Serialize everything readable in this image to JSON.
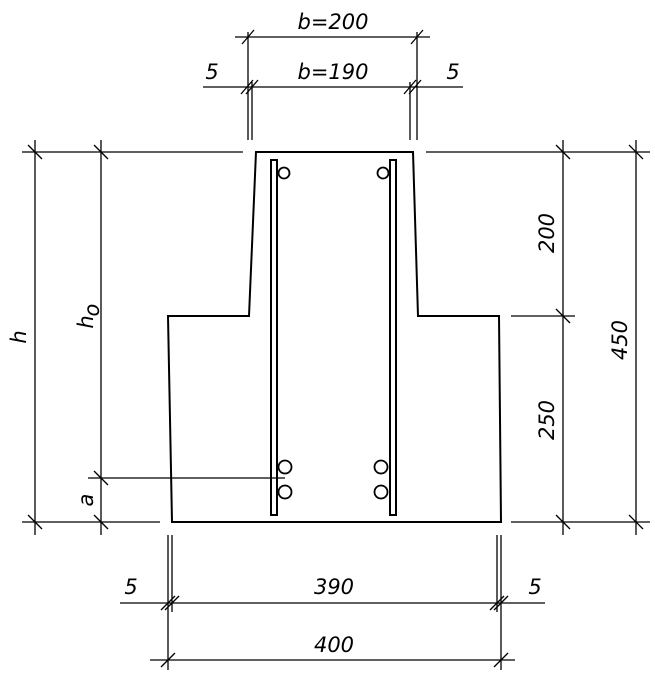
{
  "dimensions": {
    "b_outer": "b=200",
    "b_inner": "b=190",
    "top_left_offset": "5",
    "top_right_offset": "5",
    "upper_height": "200",
    "lower_height": "250",
    "total_height": "450",
    "h_label": "h",
    "h0_label": "h",
    "h0_subscript": "o",
    "a_label": "a",
    "bottom_left_offset": "5",
    "bottom_inner_width": "390",
    "bottom_right_offset": "5",
    "bottom_outer_width": "400"
  }
}
